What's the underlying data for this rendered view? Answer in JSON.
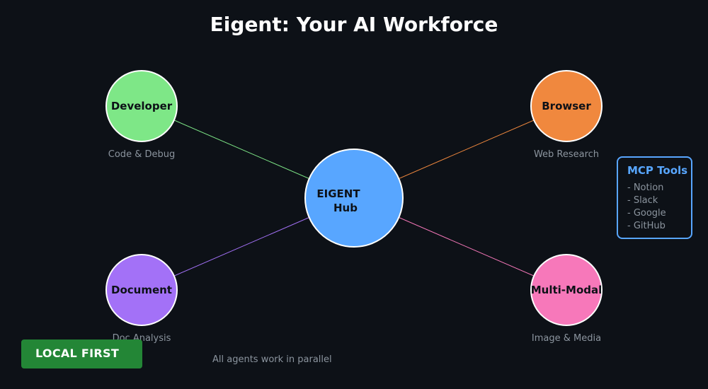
{
  "title": "Eigent: Your AI Workforce",
  "hub": {
    "label_line1": "EIGENT",
    "label_line2": "Hub",
    "color": "#58a6ff"
  },
  "agents": [
    {
      "id": "developer",
      "label": "Developer",
      "subtitle": "Code & Debug",
      "color": "#7ee787"
    },
    {
      "id": "browser",
      "label": "Browser",
      "subtitle": "Web Research",
      "color": "#f0883e"
    },
    {
      "id": "document",
      "label": "Document",
      "subtitle": "Doc Analysis",
      "color": "#a371f7"
    },
    {
      "id": "multimodal",
      "label": "Multi-Modal",
      "subtitle": "Image & Media",
      "color": "#f778ba"
    }
  ],
  "mcp_tools": {
    "title": "MCP Tools",
    "items": [
      "- Notion",
      "- Slack",
      "- Google",
      "- GitHub"
    ],
    "color": "#58a6ff"
  },
  "badge": {
    "label": "LOCAL FIRST",
    "color": "#238636"
  },
  "footnote": "All agents work in parallel",
  "colors": {
    "background": "#0d1117",
    "muted_text": "#8b949e",
    "node_stroke": "#ffffff",
    "node_text": "#0d1117"
  }
}
